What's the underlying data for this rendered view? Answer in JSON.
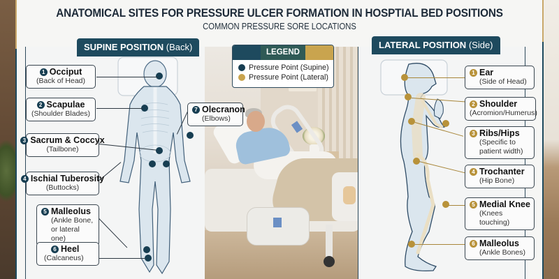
{
  "header": {
    "title": "ANATOMICAL SITES FOR PRESSURE ULCER FORMATION IN HOSPTIAL BED POSITIONS",
    "subtitle": "COMMON PRESSURE SORE LOCATIONS"
  },
  "colors": {
    "supine": "#173e52",
    "lateral": "#b8923a",
    "header_bg": "#1e4a5e",
    "legend_mid": "#2f5a56"
  },
  "legend": {
    "title": "LEGEND",
    "items": [
      {
        "label": "Pressure Point (Supine)",
        "color": "#173e52"
      },
      {
        "label": "Pressure Point (Lateral)",
        "color": "#c9a44e"
      }
    ]
  },
  "supine": {
    "header_main": "SUPINE POSITION",
    "header_paren": "(Back)",
    "points": [
      {
        "num": "1",
        "name": "Occiput",
        "desc": "(Back of Head)"
      },
      {
        "num": "2",
        "name": "Scapulae",
        "desc": "(Shoulder Blades)"
      },
      {
        "num": "3",
        "name": "Sacrum & Coccyx",
        "desc": "(Tailbone)"
      },
      {
        "num": "4",
        "name": "Ischial Tuberosity",
        "desc": "(Buttocks)"
      },
      {
        "num": "5",
        "name": "Malleolus",
        "desc": "(Ankle Bone,",
        "desc2": "or lateral one)"
      },
      {
        "num": "6",
        "name": "Heel",
        "desc": "(Calcaneus)"
      },
      {
        "num": "7",
        "name": "Olecranon",
        "desc": "(Elbows)"
      }
    ]
  },
  "lateral": {
    "header_main": "LATERAL POSITION",
    "header_paren": "(Side)",
    "points": [
      {
        "num": "1",
        "name": "Ear",
        "desc": "(Side of Head)"
      },
      {
        "num": "2",
        "name": "Shoulder",
        "desc": "(Acromion/Humerus)"
      },
      {
        "num": "3",
        "name": "Ribs/Hips",
        "desc": "(Specific to",
        "desc2": "patient width)"
      },
      {
        "num": "4",
        "name": "Trochanter",
        "desc": "(Hip Bone)"
      },
      {
        "num": "5",
        "name": "Medial Knee",
        "desc": "(Knees touching)"
      },
      {
        "num": "6",
        "name": "Malleolus",
        "desc": "(Ankle Bones)"
      }
    ]
  }
}
